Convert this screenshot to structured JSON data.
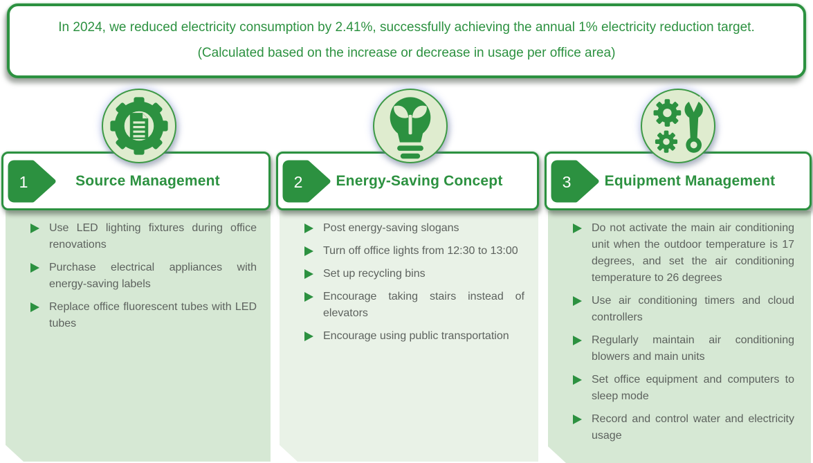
{
  "banner": {
    "text": "In 2024, we reduced electricity consumption by 2.41%, successfully achieving the annual 1% electricity reduction target. (Calculated based on the increase or decrease in usage per office area)"
  },
  "colors": {
    "accent_green": "#2c9140",
    "icon_circle_bg": "#dfeccf",
    "panel_dark_bg": "#d6e8d4",
    "panel_light_bg": "#e9f2e7",
    "body_text_gray": "#5d625e",
    "header_bg": "#ffffff"
  },
  "columns": [
    {
      "number": "1",
      "title": "Source Management",
      "icon": "gear-document-icon",
      "items": [
        "Use LED lighting fixtures during office renovations",
        "Purchase electrical appliances with energy-saving labels",
        "Replace office fluorescent tubes with LED tubes"
      ]
    },
    {
      "number": "2",
      "title": "Energy-Saving Concept",
      "icon": "eco-bulb-icon",
      "items": [
        "Post energy-saving slogans",
        "Turn off office lights from 12:30 to 13:00",
        "Set up recycling bins",
        "Encourage taking stairs instead of elevators",
        "Encourage using public transportation"
      ]
    },
    {
      "number": "3",
      "title": "Equipment Management",
      "icon": "gears-wrench-icon",
      "items": [
        "Do not activate the main air conditioning unit when the outdoor temperature is 17 degrees, and set the air conditioning temperature to 26 degrees",
        "Use air conditioning timers and cloud controllers",
        "Regularly maintain air conditioning blowers and main units",
        "Set office equipment and computers to sleep mode",
        "Record and control water and electricity usage"
      ]
    }
  ]
}
